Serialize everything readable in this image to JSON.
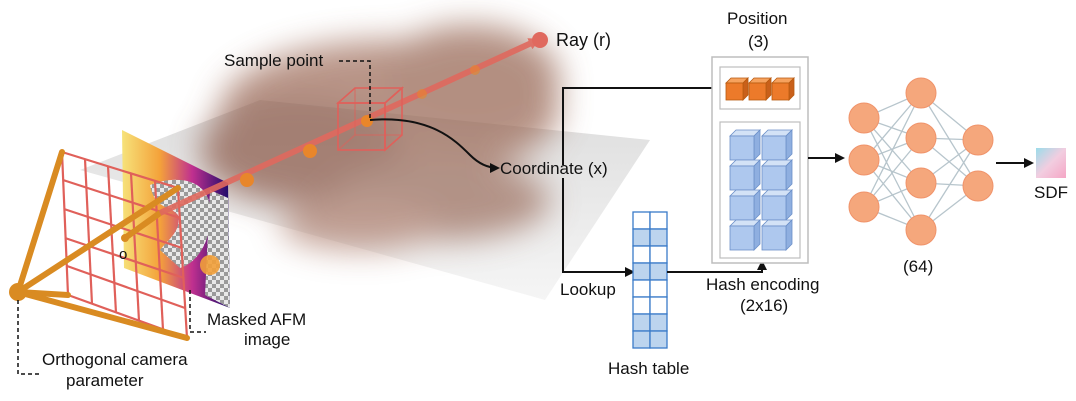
{
  "labels": {
    "ray": "Ray (r)",
    "sample_point": "Sample point",
    "coordinate": "Coordinate (x)",
    "origin": "o",
    "masked_afm_line1": "Masked AFM",
    "masked_afm_line2": "image",
    "camera_line1": "Orthogonal camera",
    "camera_line2": "parameter",
    "lookup": "Lookup",
    "hash_table": "Hash table",
    "hash_encoding_line1": "Hash encoding",
    "hash_encoding_line2": "(2x16)",
    "position_line1": "Position",
    "position_line2": "(3)",
    "mlp_width": "(64)",
    "sdf": "SDF"
  },
  "colors": {
    "ray": "#e0695e",
    "camera": "#d98b22",
    "grid": "#e0605a",
    "position_cube": "#e8772a",
    "hash_cube": "#a9c4ea",
    "hash_table_fill": "#bcd4ee",
    "neuron": "#f5a77c",
    "neuron_edge": "#b7c5cc",
    "cloud": "#a27260"
  },
  "icons": {
    "position_cubes": "orange-cube-icon",
    "hash_cubes": "blue-cube-icon",
    "sdf_swatch": "gradient-swatch-icon"
  }
}
